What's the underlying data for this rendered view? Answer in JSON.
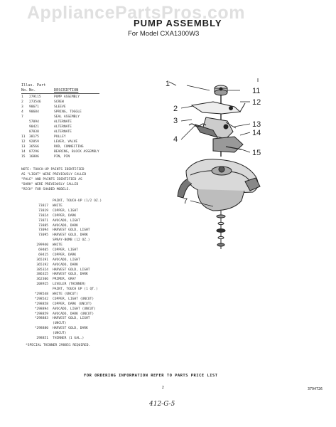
{
  "watermark": "AppliancePartsPros.com",
  "title": "PUMP ASSEMBLY",
  "subtitle": "For Model CXA1300W3",
  "parts_header": {
    "line1": "Illus.  Part",
    "col1": "No.",
    "col2": "No.",
    "col3": "DESCRIPTION"
  },
  "parts": [
    {
      "illus": "1",
      "part": "279115",
      "desc": "PUMP ASSEMBLY"
    },
    {
      "illus": "2",
      "part": "273546",
      "desc": "SCREW"
    },
    {
      "illus": "3",
      "part": "90671",
      "desc": "SLEEVE"
    },
    {
      "illus": "4",
      "part": "90684",
      "desc": "SPRING, TOGGLE"
    },
    {
      "illus": "7",
      "part": "",
      "desc": "SEAL ASSEMBLY"
    },
    {
      "illus": "",
      "part": "57094",
      "desc": "ALTERNATE"
    },
    {
      "illus": "",
      "part": "90421",
      "desc": "ALTERNATE"
    },
    {
      "illus": "",
      "part": "87838",
      "desc": "ALTERNATE"
    },
    {
      "illus": "11",
      "part": "38175",
      "desc": "PULLEY"
    },
    {
      "illus": "12",
      "part": "92859",
      "desc": "LEVER, VALVE"
    },
    {
      "illus": "13",
      "part": "36566",
      "desc": "ROD, CONNECTING"
    },
    {
      "illus": "14",
      "part": "87296",
      "desc": "BEARING, BLOCK ASSEMBLY"
    },
    {
      "illus": "15",
      "part": "16886",
      "desc": "PIN, PIN"
    }
  ],
  "note": [
    "NOTE: TOUCH-UP PAINTS IDENTIFIED",
    "AS \"LIGHT\" WERE PREVIOUSLY CALLED",
    "\"PALE\" AND PAINTS IDENTIFIED AS",
    "\"DARK\" WERE PREVIOUSLY CALLED",
    "\"RICH\" FOR SHADED MODELS."
  ],
  "paint_heading": "PAINT, TOUCH-UP (1/2 OZ.)",
  "paints": [
    {
      "part": "73817",
      "desc": "WHITE"
    },
    {
      "part": "73819",
      "desc": "COPPER, LIGHT"
    },
    {
      "part": "73824",
      "desc": "COPPER, DARK"
    },
    {
      "part": "73871",
      "desc": "AVOCADO, LIGHT"
    },
    {
      "part": "73885",
      "desc": "AVOCADO, DARK"
    },
    {
      "part": "73094",
      "desc": "HARVEST GOLD, LIGHT"
    },
    {
      "part": "73095",
      "desc": "HARVEST GOLD, DARK"
    },
    {
      "part": "",
      "desc": "SPRAY-BOMB (12 OZ.)"
    },
    {
      "part": "299940",
      "desc": "WHITE"
    },
    {
      "part": "69405",
      "desc": "COPPER, LIGHT"
    },
    {
      "part": "69415",
      "desc": "COPPER, DARK"
    },
    {
      "part": "365191",
      "desc": "AVOCADO, LIGHT"
    },
    {
      "part": "365192",
      "desc": "AVOCADO, DARK"
    },
    {
      "part": "385324",
      "desc": "HARVEST GOLD, LIGHT"
    },
    {
      "part": "386325",
      "desc": "HARVEST GOLD, DARK"
    },
    {
      "part": "362306",
      "desc": "PRIMER, GRAY"
    },
    {
      "part": "208925",
      "desc": "LEVELER (THINNER)"
    },
    {
      "part": "",
      "desc": "PAINT, TOUCH UP (1 QT.)"
    },
    {
      "part": "*298548",
      "desc": "WHITE (UNCUT)"
    },
    {
      "part": "*298542",
      "desc": "COPPER, LIGHT (UNCUT)"
    },
    {
      "part": "*298858",
      "desc": "COPPER, DARK (UNCUT)"
    },
    {
      "part": "*298894",
      "desc": "AVOCADO, LIGHT (UNCUT)"
    },
    {
      "part": "*298859",
      "desc": "AVOCADO, DARK (UNCUT)"
    },
    {
      "part": "*298883",
      "desc": "HARVEST GOLD, LIGHT"
    },
    {
      "part": "",
      "desc": "(UNCUT)"
    },
    {
      "part": "*298880",
      "desc": "HARVEST GOLD, DARK"
    },
    {
      "part": "",
      "desc": "(UNCUT)"
    },
    {
      "part": "298851",
      "desc": "THINNER (1 GAL.)"
    }
  ],
  "special": "*SPECIAL THINNER 298851 REQUIRED.",
  "callouts": [
    "1",
    "2",
    "3",
    "4",
    "7",
    "11",
    "12",
    "13",
    "14",
    "15"
  ],
  "footer": "FOR ORDERING INFORMATION REFER TO PARTS PRICE LIST",
  "page_mark": "2",
  "doc_code": "3794726",
  "handwritten": "412-G-5"
}
